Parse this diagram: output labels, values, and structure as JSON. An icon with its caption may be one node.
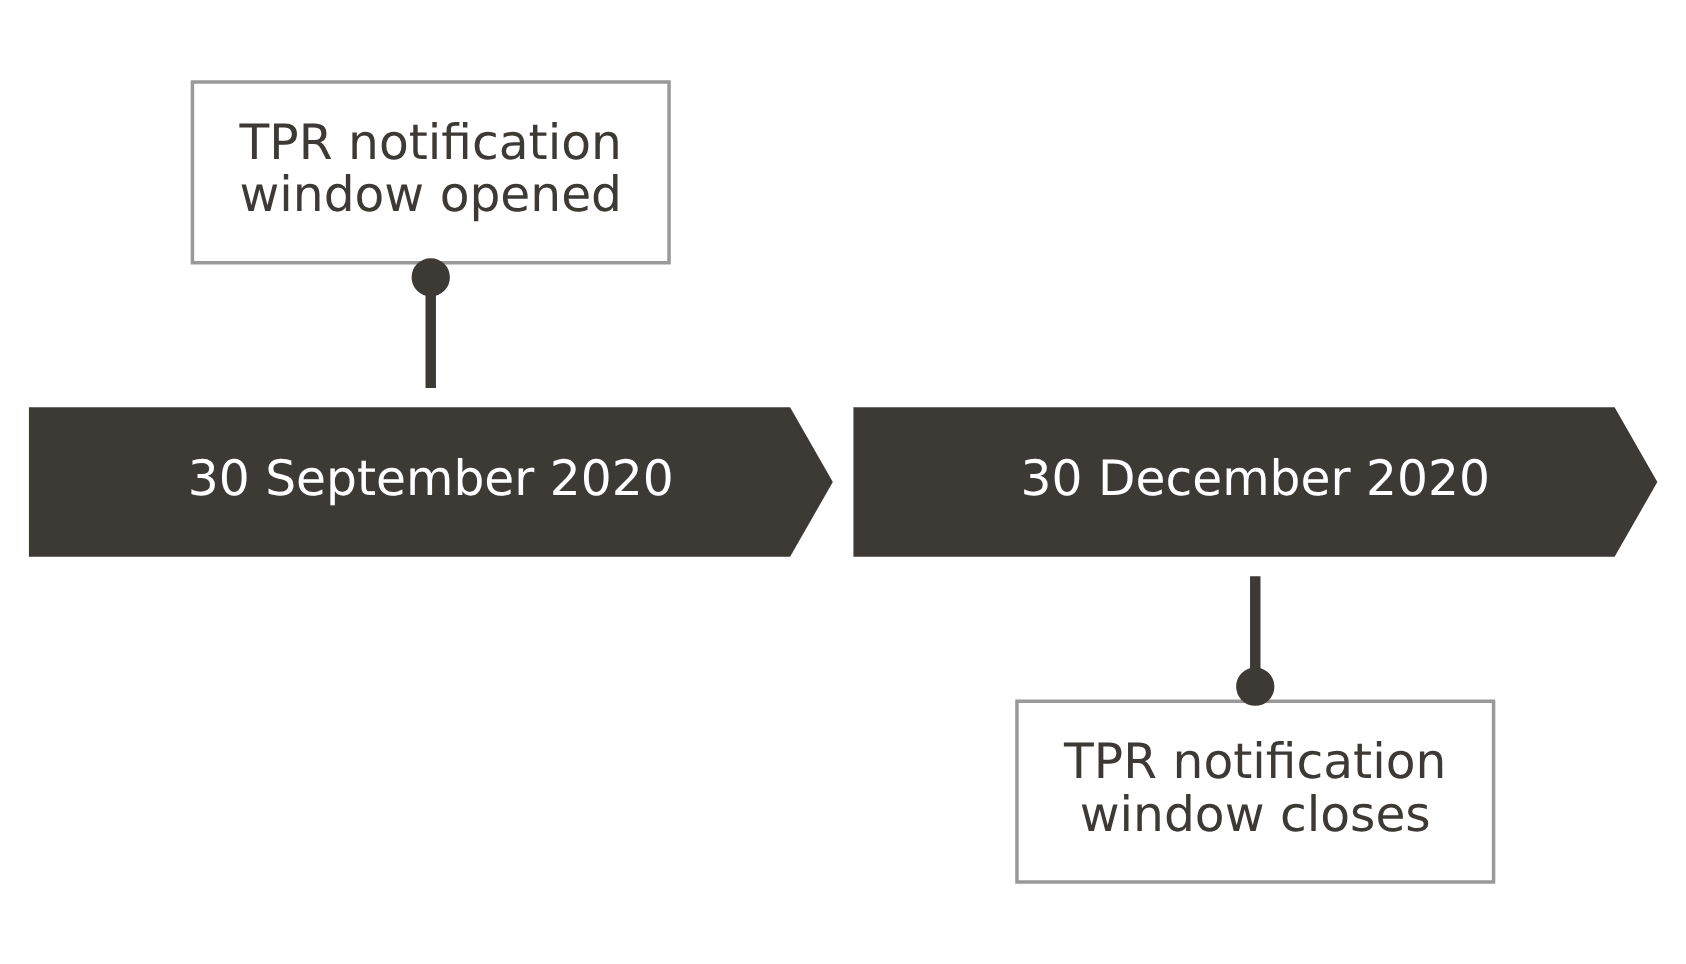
{
  "diagram": {
    "nodes": [
      {
        "text": [
          "TPR notification window opened"
        ]
      },
      {
        "text": [
          "30 September 2020"
        ]
      },
      {
        "text": [
          "30 December 2020"
        ]
      },
      {
        "text": [
          "TPR notification window closes"
        ]
      }
    ],
    "edges": [
      {
        "from": 0,
        "to": 1,
        "arrow": "other"
      },
      {
        "from": 2,
        "to": 3,
        "arrow": "other"
      }
    ]
  }
}
